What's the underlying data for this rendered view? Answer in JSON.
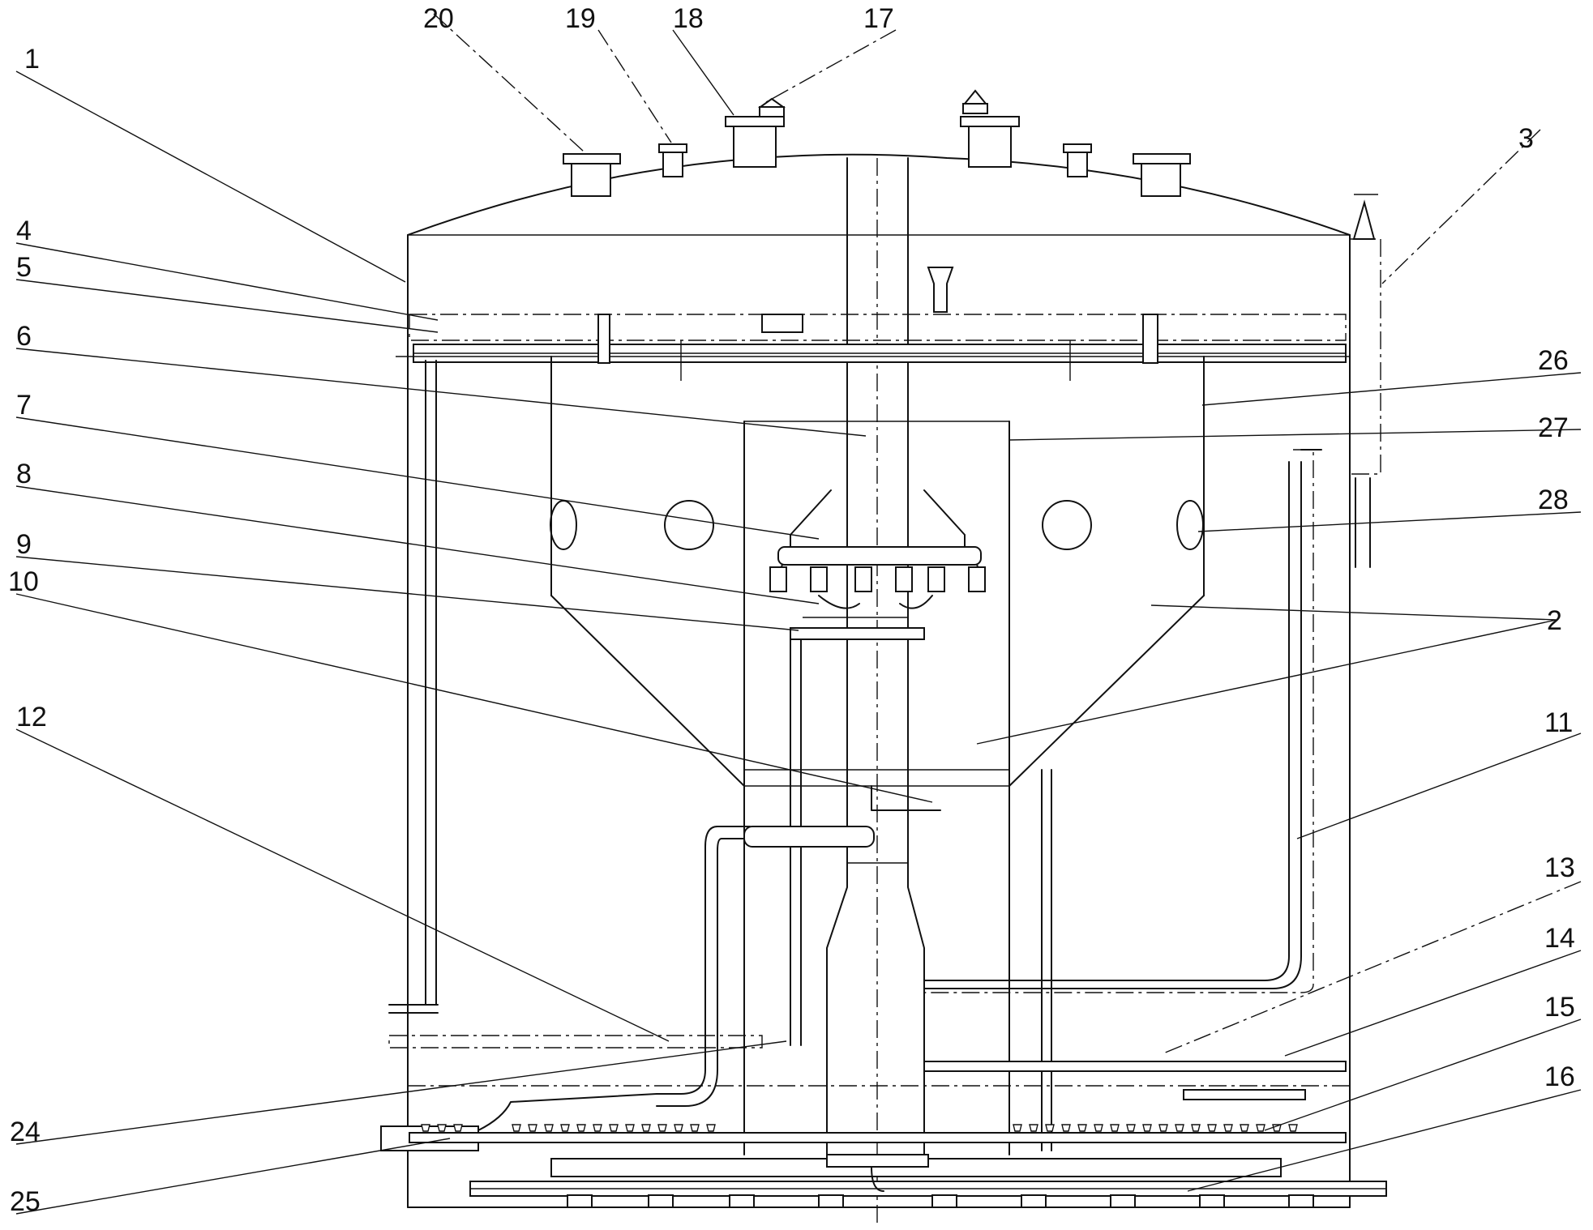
{
  "labels": [
    {
      "id": "1",
      "text": "1"
    },
    {
      "id": "2",
      "text": "2"
    },
    {
      "id": "3",
      "text": "3"
    },
    {
      "id": "4",
      "text": "4"
    },
    {
      "id": "5",
      "text": "5"
    },
    {
      "id": "6",
      "text": "6"
    },
    {
      "id": "7",
      "text": "7"
    },
    {
      "id": "8",
      "text": "8"
    },
    {
      "id": "9",
      "text": "9"
    },
    {
      "id": "10",
      "text": "10"
    },
    {
      "id": "11",
      "text": "11"
    },
    {
      "id": "12",
      "text": "12"
    },
    {
      "id": "13",
      "text": "13"
    },
    {
      "id": "14",
      "text": "14"
    },
    {
      "id": "15",
      "text": "15"
    },
    {
      "id": "16",
      "text": "16"
    },
    {
      "id": "17",
      "text": "17"
    },
    {
      "id": "18",
      "text": "18"
    },
    {
      "id": "19",
      "text": "19"
    },
    {
      "id": "20",
      "text": "20"
    },
    {
      "id": "24",
      "text": "24"
    },
    {
      "id": "25",
      "text": "25"
    },
    {
      "id": "26",
      "text": "26"
    },
    {
      "id": "27",
      "text": "27"
    },
    {
      "id": "28",
      "text": "28"
    }
  ]
}
